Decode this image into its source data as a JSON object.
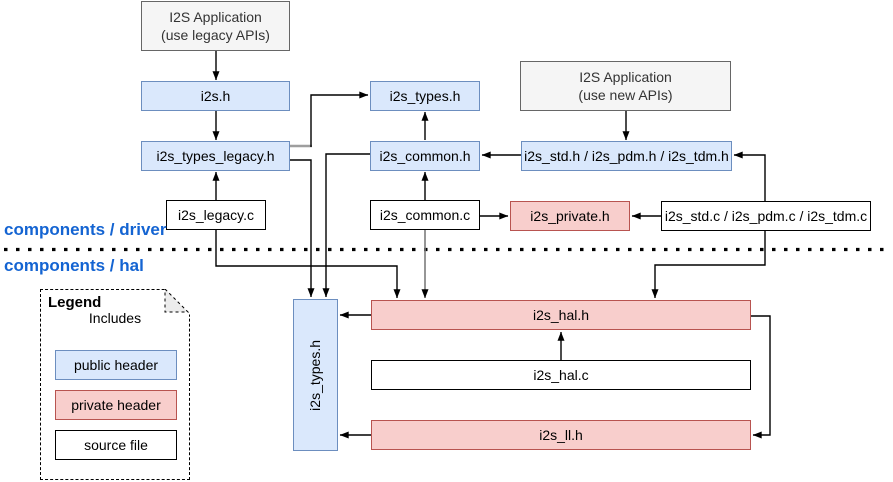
{
  "sections": {
    "driver_label": "components / driver",
    "hal_label": "components / hal"
  },
  "boxes": {
    "app_legacy": {
      "line1": "I2S Application",
      "line2": "(use legacy APIs)",
      "type": "application"
    },
    "i2s_h": {
      "label": "i2s.h",
      "type": "public header"
    },
    "i2s_types_legacy_h": {
      "label": "i2s_types_legacy.h",
      "type": "public header"
    },
    "i2s_legacy_c": {
      "label": "i2s_legacy.c",
      "type": "source file"
    },
    "i2s_types_h_driver": {
      "label": "i2s_types.h",
      "type": "public header"
    },
    "i2s_common_h": {
      "label": "i2s_common.h",
      "type": "public header"
    },
    "i2s_common_c": {
      "label": "i2s_common.c",
      "type": "source file"
    },
    "i2s_private_h": {
      "label": "i2s_private.h",
      "type": "private header"
    },
    "app_new": {
      "line1": "I2S Application",
      "line2": "(use new APIs)",
      "type": "application"
    },
    "i2s_std_h": {
      "label": "i2s_std.h / i2s_pdm.h / i2s_tdm.h",
      "type": "public header"
    },
    "i2s_std_c": {
      "label": "i2s_std.c / i2s_pdm.c / i2s_tdm.c",
      "type": "source file"
    },
    "i2s_types_h_hal": {
      "label": "i2s_types.h",
      "type": "public header"
    },
    "i2s_hal_h": {
      "label": "i2s_hal.h",
      "type": "private header"
    },
    "i2s_hal_c": {
      "label": "i2s_hal.c",
      "type": "source file"
    },
    "i2s_ll_h": {
      "label": "i2s_ll.h",
      "type": "private header"
    }
  },
  "legend": {
    "title": "Legend",
    "includes_label": "Includes",
    "items": [
      {
        "label": "public header",
        "style": "blue"
      },
      {
        "label": "private header",
        "style": "pink"
      },
      {
        "label": "source file",
        "style": "white"
      }
    ]
  },
  "edges": [
    {
      "from": "I2S Application (use legacy APIs)",
      "to": "i2s.h"
    },
    {
      "from": "i2s.h",
      "to": "i2s_types_legacy.h"
    },
    {
      "from": "i2s_legacy.c",
      "to": "i2s_types_legacy.h"
    },
    {
      "from": "i2s_types_legacy.h",
      "to": "i2s_types.h (driver)"
    },
    {
      "from": "i2s_types_legacy.h",
      "to": "i2s_types.h (hal)"
    },
    {
      "from": "i2s_common.h",
      "to": "i2s_types.h (driver)"
    },
    {
      "from": "i2s_common.h",
      "to": "i2s_types.h (hal)"
    },
    {
      "from": "i2s_common.c",
      "to": "i2s_common.h"
    },
    {
      "from": "i2s_common.c",
      "to": "i2s_private.h"
    },
    {
      "from": "i2s_common.c",
      "to": "i2s_hal.h"
    },
    {
      "from": "I2S Application (use new APIs)",
      "to": "i2s_std.h / i2s_pdm.h / i2s_tdm.h"
    },
    {
      "from": "i2s_std.h / i2s_pdm.h / i2s_tdm.h",
      "to": "i2s_common.h"
    },
    {
      "from": "i2s_std.c / i2s_pdm.c / i2s_tdm.c",
      "to": "i2s_std.h / i2s_pdm.h / i2s_tdm.h"
    },
    {
      "from": "i2s_std.c / i2s_pdm.c / i2s_tdm.c",
      "to": "i2s_private.h"
    },
    {
      "from": "i2s_std.c / i2s_pdm.c / i2s_tdm.c",
      "to": "i2s_hal.h"
    },
    {
      "from": "i2s_legacy.c",
      "to": "i2s_hal.h"
    },
    {
      "from": "i2s_hal.c",
      "to": "i2s_hal.h"
    },
    {
      "from": "i2s_hal.h",
      "to": "i2s_types.h (hal)"
    },
    {
      "from": "i2s_ll.h",
      "to": "i2s_types.h (hal)"
    },
    {
      "from": "i2s_hal.h",
      "to": "i2s_ll.h"
    }
  ],
  "colors": {
    "public_header_fill": "#dae8fc",
    "public_header_border": "#6c8ebf",
    "private_header_fill": "#f8cecc",
    "private_header_border": "#b85450",
    "application_fill": "#f5f5f5",
    "application_border": "#666666",
    "source_fill": "#ffffff",
    "source_border": "#000000",
    "section_label_text": "#1464d2",
    "edge_line": "#000000"
  }
}
